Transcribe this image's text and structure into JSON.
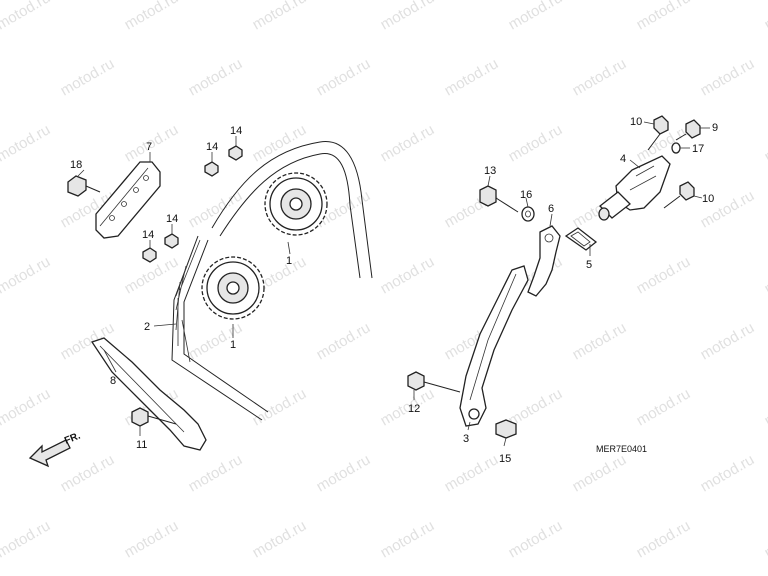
{
  "diagram": {
    "code": "MER7E0401",
    "direction_arrow_label": "FR.",
    "watermark": "motod.ru",
    "callouts": [
      "1",
      "1",
      "2",
      "3",
      "4",
      "5",
      "6",
      "7",
      "8",
      "9",
      "10",
      "10",
      "11",
      "12",
      "13",
      "14",
      "14",
      "14",
      "14",
      "15",
      "16",
      "17",
      "18"
    ]
  }
}
